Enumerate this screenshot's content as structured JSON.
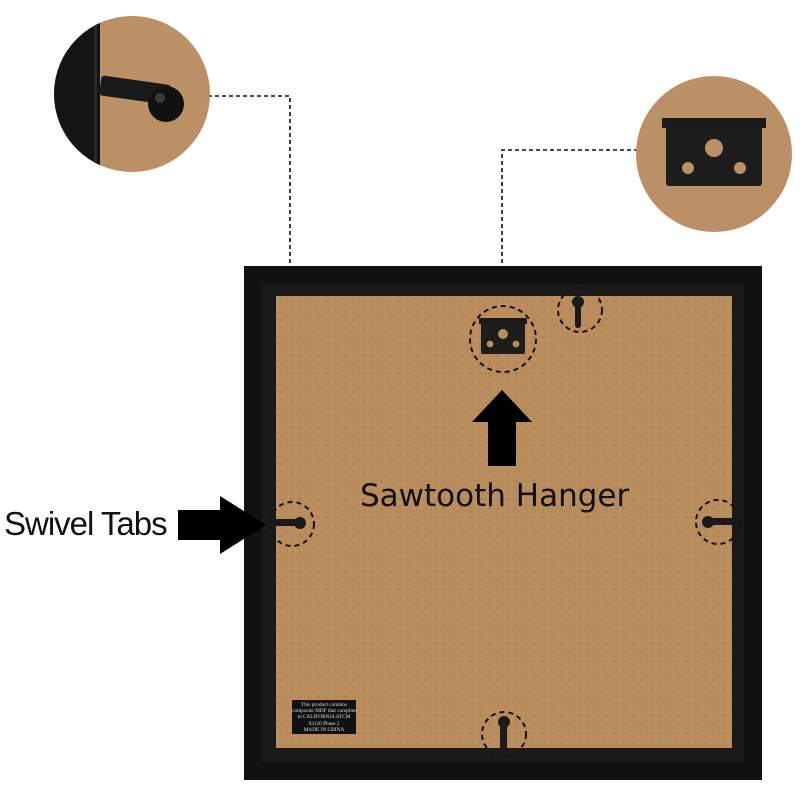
{
  "callouts": {
    "sawtooth_hanger": "Sawtooth Hanger",
    "swivel_tabs": "Swivel Tabs"
  },
  "label": {
    "lines": [
      "This product contains",
      "composite MDF that complies",
      "to CALIFORNIA ATCM",
      "93120 Phase 2",
      "MADE IN CHINA"
    ]
  },
  "colors": {
    "frame": "#111111",
    "backing": "#b98c5c",
    "hardware": "#1a1a1a"
  },
  "icons": {
    "arrow_up": "arrow-up-icon",
    "arrow_right": "arrow-right-icon"
  }
}
